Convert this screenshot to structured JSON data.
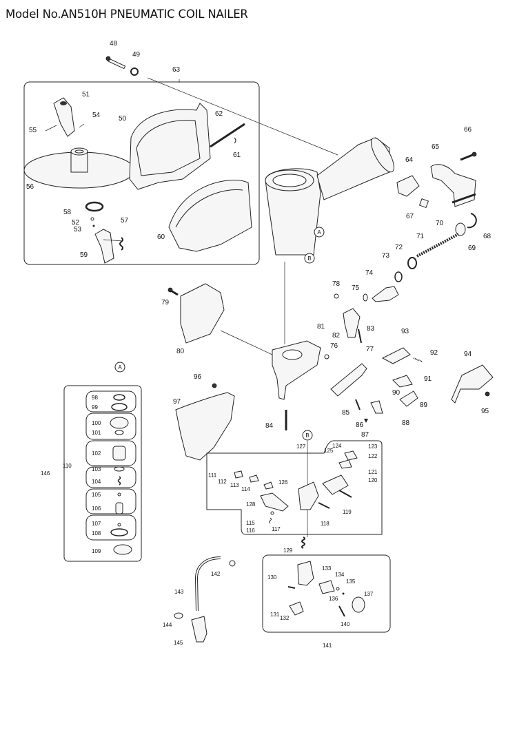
{
  "title": "Model No.AN510H PNEUMATIC COIL NAILER",
  "callout_refs": [
    "A",
    "B"
  ],
  "part_numbers": [
    "48",
    "49",
    "63",
    "51",
    "54",
    "55",
    "50",
    "62",
    "61",
    "56",
    "58",
    "52",
    "53",
    "57",
    "59",
    "60",
    "66",
    "65",
    "64",
    "67",
    "70",
    "68",
    "71",
    "69",
    "72",
    "73",
    "74",
    "75",
    "78",
    "81",
    "83",
    "79",
    "80",
    "82",
    "76",
    "77",
    "93",
    "92",
    "94",
    "91",
    "90",
    "89",
    "88",
    "95",
    "96",
    "97",
    "84",
    "85",
    "86",
    "87",
    "98",
    "99",
    "100",
    "101",
    "102",
    "103",
    "104",
    "105",
    "106",
    "107",
    "108",
    "109",
    "110",
    "146",
    "127",
    "124",
    "125",
    "123",
    "122",
    "111",
    "112",
    "113",
    "114",
    "126",
    "121",
    "120",
    "119",
    "128",
    "115",
    "116",
    "117",
    "118",
    "129",
    "142",
    "143",
    "144",
    "145",
    "133",
    "130",
    "134",
    "135",
    "136",
    "137",
    "131",
    "132",
    "140",
    "141"
  ]
}
